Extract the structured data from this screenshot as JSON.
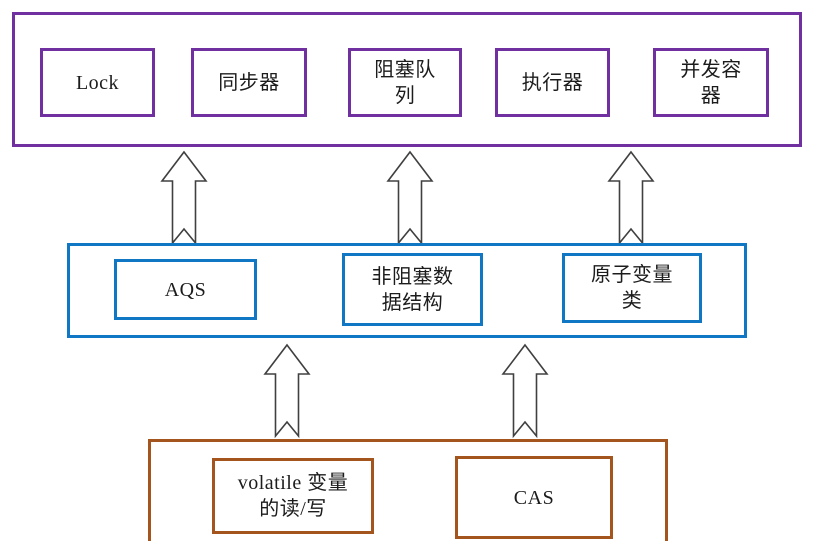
{
  "diagram": {
    "type": "layered-architecture",
    "colors": {
      "top_layer_border": "#7030A0",
      "middle_layer_border": "#1077C5",
      "bottom_layer_border": "#A3551D",
      "arrow_outline": "#404040",
      "arrow_fill": "#FFFFFF",
      "text": "#1C1C1C",
      "background": "#FFFFFF"
    },
    "layers": [
      {
        "id": "top",
        "boxes": [
          {
            "label": "Lock"
          },
          {
            "label": "同步器"
          },
          {
            "label": "阻塞队\n列"
          },
          {
            "label": "执行器"
          },
          {
            "label": "并发容\n器"
          }
        ]
      },
      {
        "id": "middle",
        "boxes": [
          {
            "label": "AQS"
          },
          {
            "label": "非阻塞数\n据结构"
          },
          {
            "label": "原子变量\n类"
          }
        ]
      },
      {
        "id": "bottom",
        "boxes": [
          {
            "label": "volatile 变量\n的读/写"
          },
          {
            "label": "CAS"
          }
        ]
      }
    ],
    "arrows": {
      "direction": "up",
      "between_top_and_middle": 3,
      "between_middle_and_bottom": 2
    }
  }
}
